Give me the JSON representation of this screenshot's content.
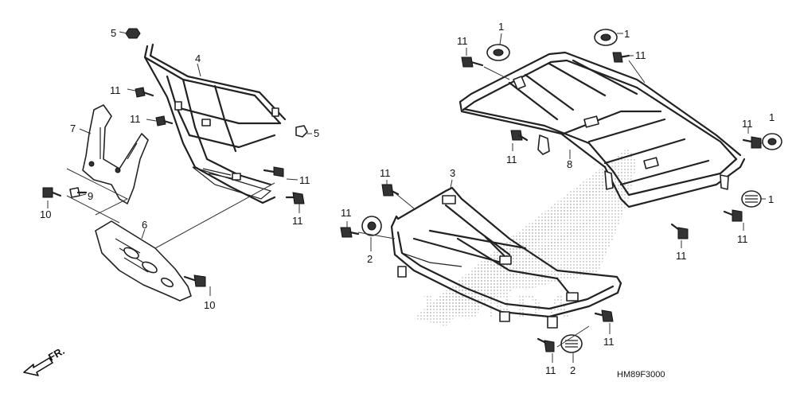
{
  "diagram_code": "HM89F3000",
  "front_indicator": "FR.",
  "callouts": [
    {
      "id": "c5a",
      "text": "5"
    },
    {
      "id": "c4",
      "text": "4"
    },
    {
      "id": "c11a",
      "text": "11"
    },
    {
      "id": "c11b",
      "text": "11"
    },
    {
      "id": "c7",
      "text": "7"
    },
    {
      "id": "c5b",
      "text": "5"
    },
    {
      "id": "c11c",
      "text": "11"
    },
    {
      "id": "c9",
      "text": "9"
    },
    {
      "id": "c10a",
      "text": "10"
    },
    {
      "id": "c11d",
      "text": "11"
    },
    {
      "id": "c6",
      "text": "6"
    },
    {
      "id": "c10b",
      "text": "10"
    },
    {
      "id": "c1a",
      "text": "1"
    },
    {
      "id": "c11e",
      "text": "11"
    },
    {
      "id": "c1b",
      "text": "1"
    },
    {
      "id": "c11f",
      "text": "11"
    },
    {
      "id": "c11g",
      "text": "11"
    },
    {
      "id": "c1c",
      "text": "1"
    },
    {
      "id": "c11h",
      "text": "11"
    },
    {
      "id": "c8",
      "text": "8"
    },
    {
      "id": "c1d",
      "text": "1"
    },
    {
      "id": "c11i",
      "text": "11"
    },
    {
      "id": "c3",
      "text": "3"
    },
    {
      "id": "c11j",
      "text": "11"
    },
    {
      "id": "c11k",
      "text": "11"
    },
    {
      "id": "c2a",
      "text": "2"
    },
    {
      "id": "c11l",
      "text": "11"
    },
    {
      "id": "c11m",
      "text": "11"
    },
    {
      "id": "c11n",
      "text": "11"
    },
    {
      "id": "c2b",
      "text": "2"
    }
  ]
}
